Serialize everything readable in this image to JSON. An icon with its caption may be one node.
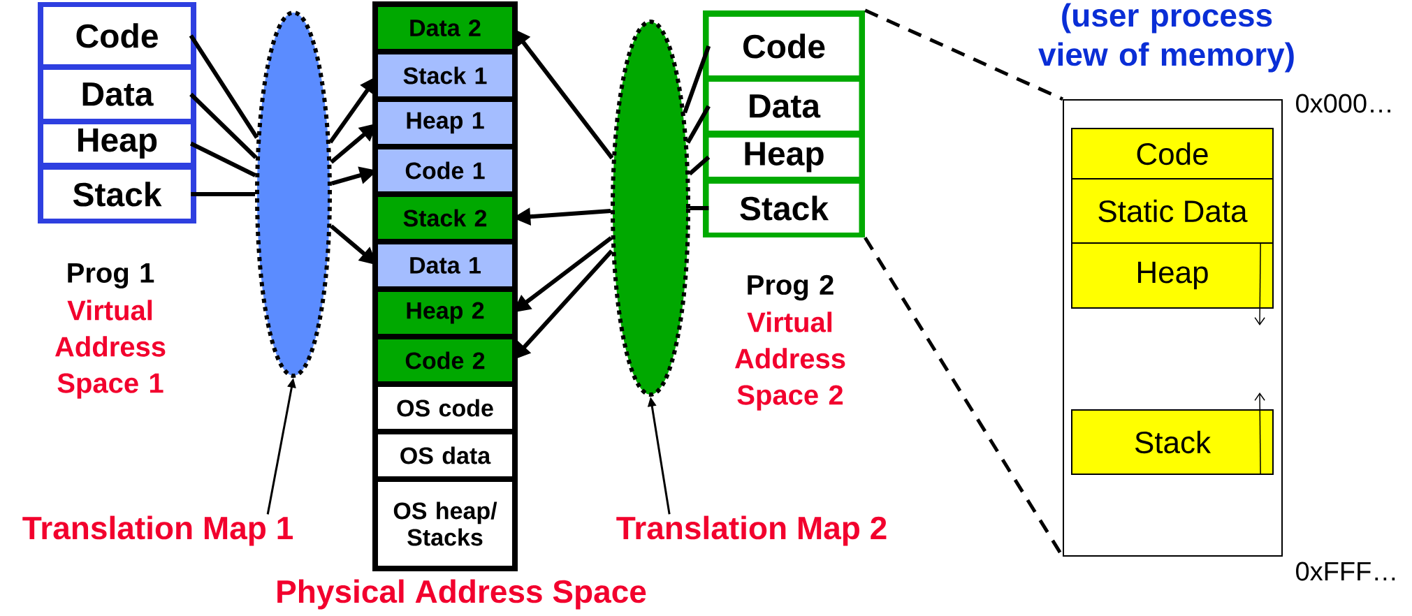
{
  "diagram": {
    "nodes": [
      {
        "text": [],
        "shape": "box",
        "beside": [
          "Prog 1",
          "Virtual Address Space 1"
        ]
      },
      {
        "text": [
          "Code"
        ],
        "in": 0
      },
      {
        "text": [
          "Data"
        ],
        "in": 0
      },
      {
        "text": [
          "Heap"
        ],
        "in": 0
      },
      {
        "text": [
          "Stack"
        ],
        "in": 0
      },
      {
        "text": [],
        "shape": "ellipse"
      },
      {
        "text": [],
        "shape": "box",
        "beside": [
          "Physical Address Space"
        ]
      },
      {
        "text": [
          "Data 2"
        ],
        "in": 6
      },
      {
        "text": [
          "Stack 1"
        ],
        "in": 6
      },
      {
        "text": [
          "Heap 1"
        ],
        "in": 6
      },
      {
        "text": [
          "Code 1"
        ],
        "in": 6
      },
      {
        "text": [
          "Stack 2"
        ],
        "in": 6
      },
      {
        "text": [
          "Data 1"
        ],
        "in": 6
      },
      {
        "text": [
          "Heap 2"
        ],
        "in": 6
      },
      {
        "text": [
          "Code 2"
        ],
        "in": 6
      },
      {
        "text": [
          "OS code"
        ],
        "in": 6
      },
      {
        "text": [
          "OS data"
        ],
        "in": 6
      },
      {
        "text": [
          "OS heap/ Stacks"
        ],
        "in": 6
      },
      {
        "text": [],
        "shape": "ellipse"
      },
      {
        "text": [],
        "shape": "box",
        "beside": [
          "Prog 2",
          "Virtual Address Space 2"
        ]
      },
      {
        "text": [
          "Code"
        ],
        "in": 19
      },
      {
        "text": [
          "Data"
        ],
        "in": 19
      },
      {
        "text": [
          "Heap"
        ],
        "in": 19
      },
      {
        "text": [
          "Stack"
        ],
        "in": 19
      },
      {
        "text": [
          "Translation Map 1"
        ]
      },
      {
        "text": [
          "Translation Map 2"
        ]
      },
      {
        "text": [],
        "shape": "box",
        "beside": [
          "(user process view of memory)",
          "0x000…",
          "0xFFF…"
        ]
      },
      {
        "text": [
          "Code"
        ],
        "in": 26
      },
      {
        "text": [
          "Static Data"
        ],
        "in": 26
      },
      {
        "text": [
          "Heap"
        ],
        "in": 26
      },
      {
        "text": [
          "Stack"
        ],
        "in": 26
      }
    ],
    "edges": [
      {
        "from": 1,
        "to": 5,
        "arrow": "none"
      },
      {
        "from": 2,
        "to": 5,
        "arrow": "none"
      },
      {
        "from": 3,
        "to": 5,
        "arrow": "none"
      },
      {
        "from": 4,
        "to": 5,
        "arrow": "none"
      },
      {
        "from": 5,
        "to": 8,
        "arrow": "to"
      },
      {
        "from": 5,
        "to": 9,
        "arrow": "to"
      },
      {
        "from": 5,
        "to": 10,
        "arrow": "to"
      },
      {
        "from": 5,
        "to": 12,
        "arrow": "to"
      },
      {
        "from": 20,
        "to": 18,
        "arrow": "none"
      },
      {
        "from": 21,
        "to": 18,
        "arrow": "none"
      },
      {
        "from": 22,
        "to": 18,
        "arrow": "none"
      },
      {
        "from": 23,
        "to": 18,
        "arrow": "none"
      },
      {
        "from": 18,
        "to": 7,
        "arrow": "to"
      },
      {
        "from": 18,
        "to": 11,
        "arrow": "to"
      },
      {
        "from": 18,
        "to": 13,
        "arrow": "to"
      },
      {
        "from": 18,
        "to": 14,
        "arrow": "to"
      },
      {
        "from": 24,
        "to": 5,
        "arrow": "to"
      },
      {
        "from": 25,
        "to": 18,
        "arrow": "to"
      },
      {
        "from": 19,
        "to": 26,
        "arrow": "none",
        "style": "dashed"
      },
      {
        "from": 19,
        "to": 26,
        "arrow": "none",
        "style": "dashed"
      },
      {
        "from": 29,
        "to": null,
        "arrow": "to"
      },
      {
        "from": 30,
        "to": null,
        "arrow": "to"
      }
    ]
  }
}
